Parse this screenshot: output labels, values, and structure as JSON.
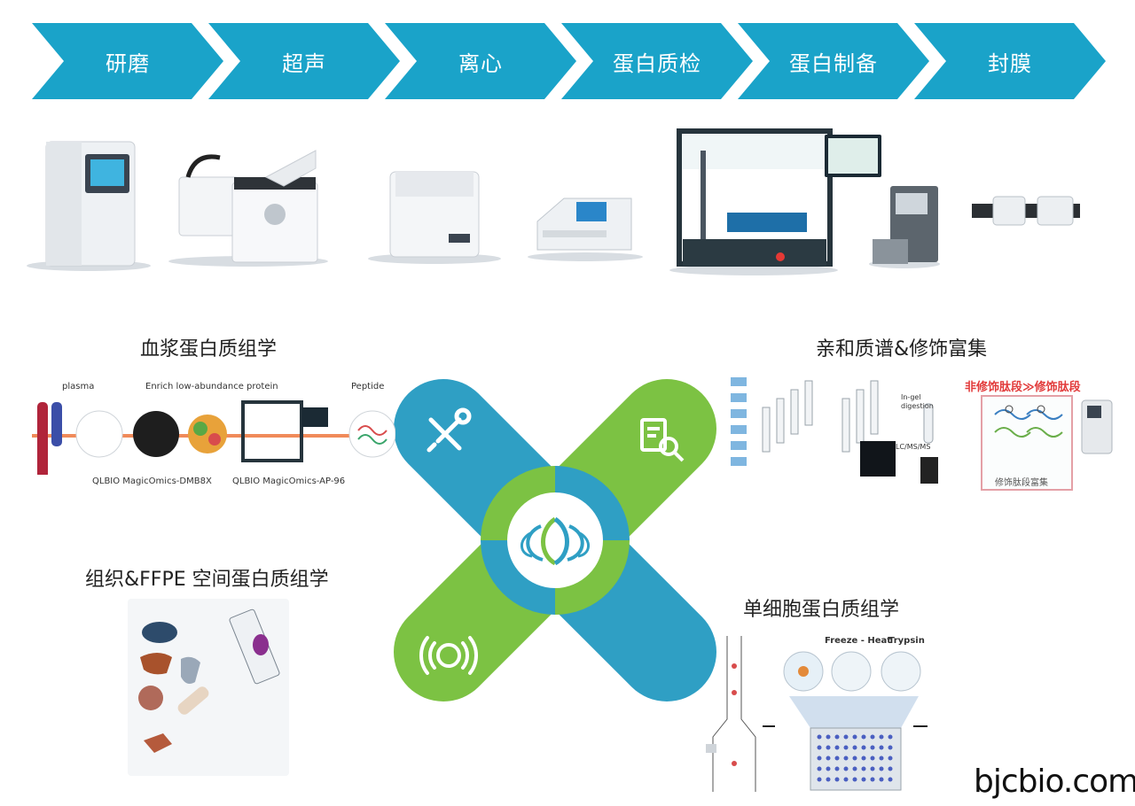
{
  "pipeline": {
    "steps": [
      "研磨",
      "超声",
      "离心",
      "蛋白质检",
      "蛋白制备",
      "封膜"
    ],
    "color": "#1aa3c9"
  },
  "sections": {
    "plasma": {
      "title": "血浆蛋白质组学",
      "labels": {
        "plasma": "plasma",
        "enrich": "Enrich low-abundance protein",
        "peptide": "Peptide",
        "device1": "QLBIO MagicOmics-DMB8X",
        "device2": "QLBIO MagicOmics-AP-96"
      }
    },
    "affinity": {
      "title": "亲和质谱&修饰富集",
      "labels": {
        "ingel": "In-gel",
        "digestion": "digestion",
        "lcms": "LC/MS/MS",
        "mod_header": "非修饰肽段≫修饰肽段",
        "mod_box": "修饰肽段富集"
      }
    },
    "tissue": {
      "title": "组织&FFPE 空间蛋白质组学"
    },
    "singlecell": {
      "title": "单细胞蛋白质组学",
      "labels": {
        "freeze": "Freeze - Heat",
        "trypsin": "Trypsin"
      }
    }
  },
  "center": {
    "blue": "#2f9fc4",
    "green": "#7cc243",
    "icons": [
      "tools-icon",
      "search-document-icon",
      "sound-wave-icon",
      "company-logo"
    ]
  },
  "watermark": "bjcbio.com"
}
